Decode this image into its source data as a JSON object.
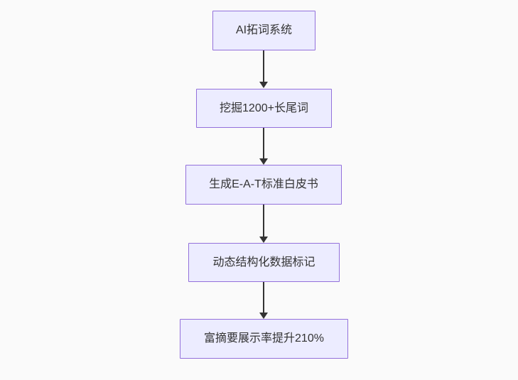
{
  "diagram": {
    "type": "flowchart",
    "direction": "top-down",
    "nodes": [
      {
        "label": "AI拓词系统"
      },
      {
        "label": "挖掘1200+长尾词"
      },
      {
        "label": "生成E-A-T标准白皮书"
      },
      {
        "label": "动态结构化数据标记"
      },
      {
        "label": "富摘要展示率提升210%"
      }
    ],
    "edges": [
      {
        "from": 0,
        "to": 1,
        "style": "arrow"
      },
      {
        "from": 1,
        "to": 2,
        "style": "arrow"
      },
      {
        "from": 2,
        "to": 3,
        "style": "arrow"
      },
      {
        "from": 3,
        "to": 4,
        "style": "arrow"
      }
    ],
    "colors": {
      "background": "#fafafa",
      "node_fill": "#ececff",
      "node_border": "#9370db",
      "text": "#333333",
      "arrow": "#333333"
    }
  }
}
